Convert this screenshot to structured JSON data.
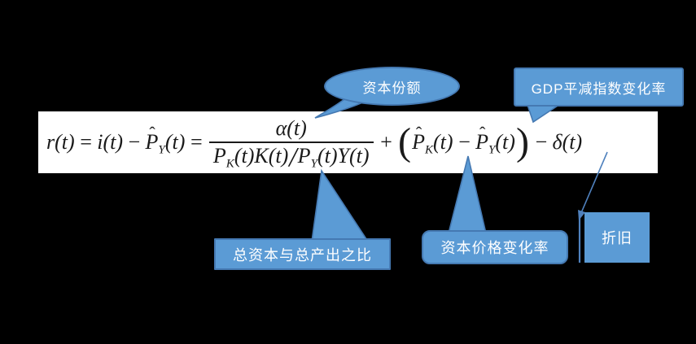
{
  "colors": {
    "background": "#000000",
    "band": "#ffffff",
    "callout_fill": "#5b9bd5",
    "callout_border": "#4579b2",
    "callout_text": "#ffffff",
    "formula_text": "#1a1a1a",
    "connector": "#4f81bd"
  },
  "formula": {
    "full_text": "r(t) = i(t) − P̂Y(t) = α(t) / (PK(t)K(t)/PY(t)Y(t)) + (P̂K(t) − P̂Y(t)) − δ(t)",
    "r": "r(t)",
    "eq": "=",
    "i": "i(t)",
    "minus": "−",
    "plus": "+",
    "P": "P",
    "hat": "ˆ",
    "subY": "Y",
    "subK": "K",
    "t": "(t)",
    "numerator": "α(t)",
    "den_tK": "(t)K(t)",
    "slash": "/",
    "den_tY": "(t)Y(t)",
    "lparen": "(",
    "rparen": ")",
    "delta": "δ(t)"
  },
  "callouts": {
    "capital_share": {
      "label": "资本份额"
    },
    "gdp_deflator": {
      "label": "GDP平减指数变化率"
    },
    "capital_output_ratio": {
      "label": "总资本与总产出之比"
    },
    "capital_price_change": {
      "label": "资本价格变化率"
    },
    "depreciation": {
      "label": "折旧"
    }
  }
}
